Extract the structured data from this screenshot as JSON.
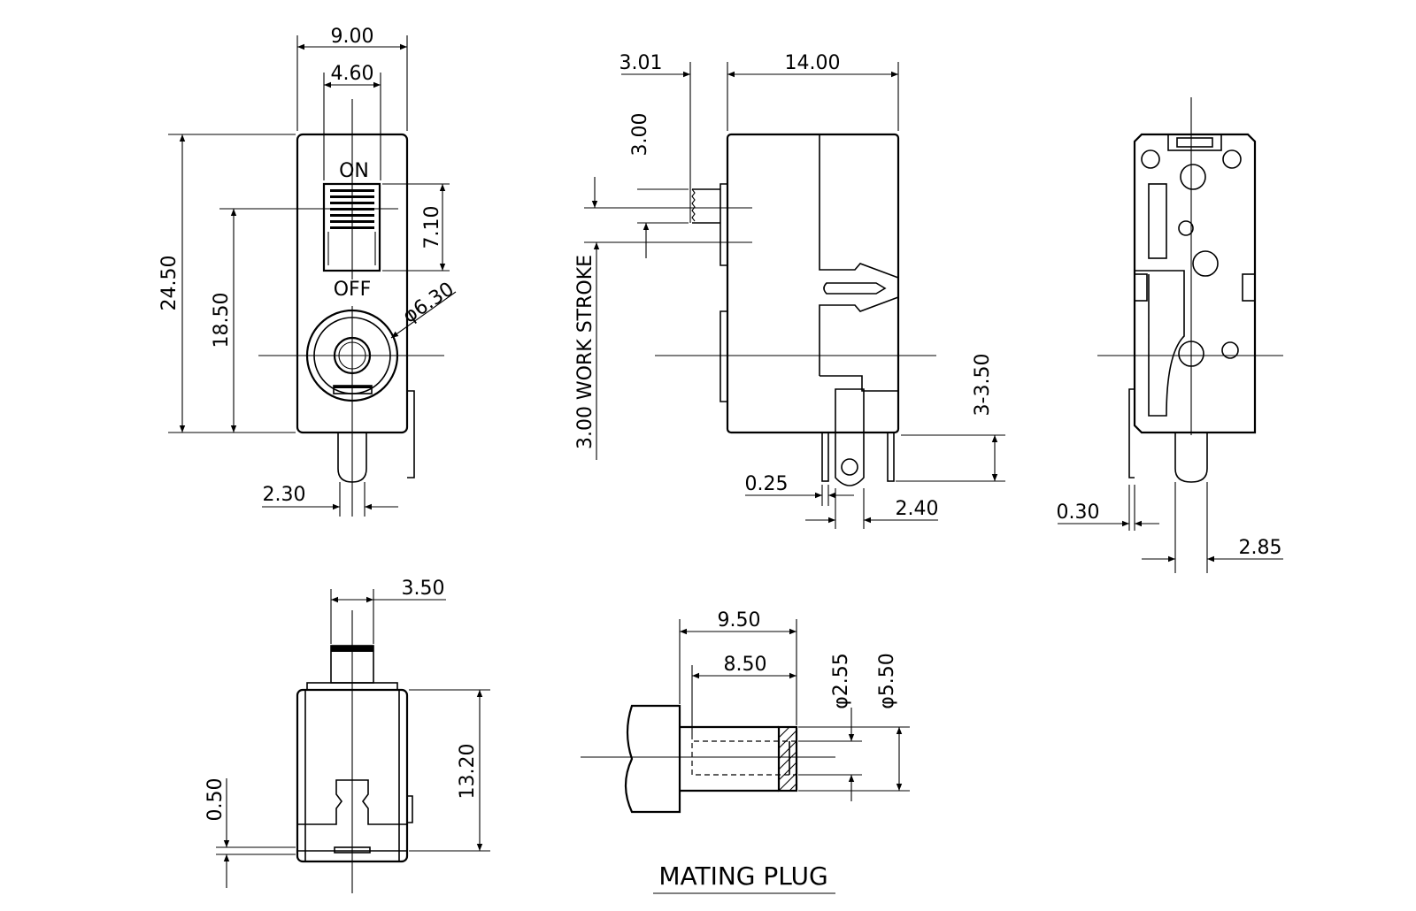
{
  "front_view": {
    "dims": {
      "width_total": "9.00",
      "width_button": "4.60",
      "height_total": "24.50",
      "height_center": "18.50",
      "slider": "7.10",
      "hole_dia": "φ6.30",
      "pin_width": "2.30"
    },
    "labels": {
      "on": "ON",
      "off": "OFF"
    }
  },
  "side_view": {
    "dims": {
      "button_offset": "3.01",
      "length": "14.00",
      "stroke_height": "3.00",
      "work_stroke": "3.00 WORK STROKE",
      "pin_height": "3-3.50",
      "pin_thickness": "0.25",
      "pin_width": "2.40"
    }
  },
  "back_view": {
    "dims": {
      "tab_thickness": "0.30",
      "pin_width": "2.85"
    }
  },
  "bottom_view": {
    "dims": {
      "button_width": "3.50",
      "height": "13.20",
      "gap": "0.50"
    }
  },
  "mating_plug": {
    "dims": {
      "length_total": "9.50",
      "length_inner": "8.50",
      "inner_dia": "φ2.55",
      "outer_dia": "φ5.50"
    },
    "title": "MATING PLUG"
  }
}
